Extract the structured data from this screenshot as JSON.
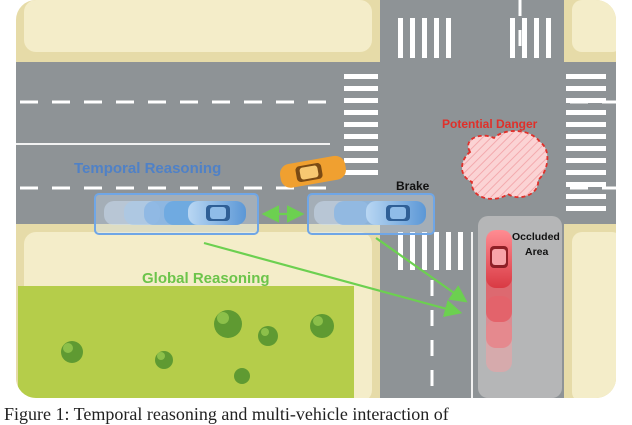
{
  "labels": {
    "temporal": "Temporal Reasoning",
    "global": "Global Reasoning",
    "danger": "Potential Danger",
    "brake": "Brake",
    "occluded_line1": "Occluded",
    "occluded_line2": "Area"
  },
  "caption": "Figure 1: Temporal reasoning and multi-vehicle interaction of",
  "colors": {
    "grass": "#f4edc9",
    "road": "#8e9396",
    "temporal_text": "#4f81c7",
    "global_text": "#6cc44a",
    "danger_text": "#e0302a",
    "blue_car": "#6aa8e0",
    "red_car": "#e04a52",
    "orange_car": "#f0a030",
    "box_stroke": "#6fa6e6",
    "green_arrow": "#6cd050"
  }
}
